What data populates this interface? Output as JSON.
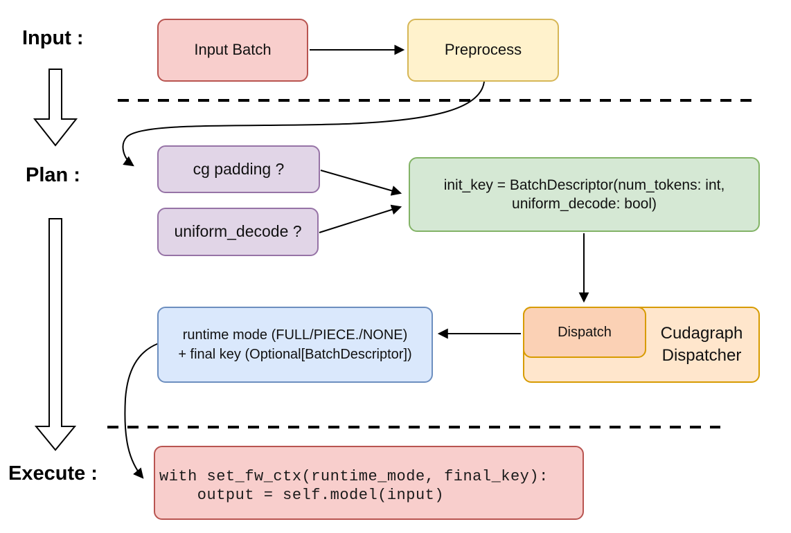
{
  "labels": {
    "input": "Input :",
    "plan": "Plan :",
    "execute": "Execute :"
  },
  "nodes": {
    "input_batch": {
      "label": "Input Batch"
    },
    "preprocess": {
      "label": "Preprocess"
    },
    "cg_padding": {
      "label": "cg padding ?"
    },
    "uniform_decode": {
      "label": "uniform_decode ?"
    },
    "init_key": {
      "line1": "init_key = BatchDescriptor(num_tokens: int,",
      "line2": "uniform_decode: bool)"
    },
    "dispatch": {
      "label": "Dispatch"
    },
    "cudagraph_dispatcher": {
      "line1": "Cudagraph",
      "line2": "Dispatcher"
    },
    "runtime_mode": {
      "line1": "runtime mode (FULL/PIECE./NONE)",
      "line2": "+ final key (Optional[BatchDescriptor])"
    },
    "execute_code": {
      "line1": "with set_fw_ctx(runtime_mode, final_key):",
      "line2": "    output = self.model(input)"
    }
  },
  "palette": {
    "red_fill": "#f8cecc",
    "red_stroke": "#b85450",
    "yellow_fill": "#fff2cc",
    "yellow_stroke": "#d6b656",
    "purple_fill": "#e1d5e7",
    "purple_stroke": "#9673a6",
    "green_fill": "#d5e8d4",
    "green_stroke": "#82b366",
    "orange_fill": "#ffe6cc",
    "orange_deep_fill": "#fbd1b5",
    "orange_stroke": "#d79b00",
    "blue_fill": "#dae8fc",
    "blue_stroke": "#6c8ebf",
    "line_color": "#000000"
  }
}
